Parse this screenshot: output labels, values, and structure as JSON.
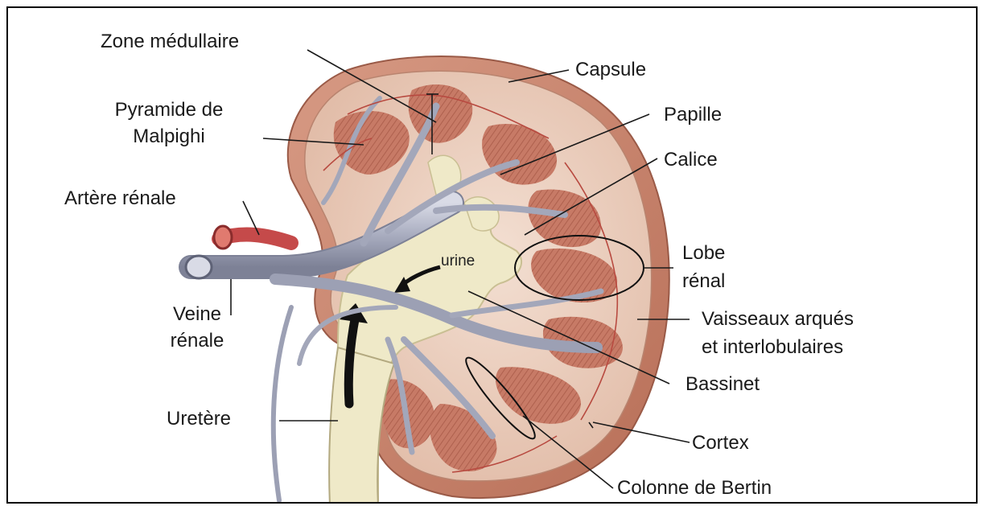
{
  "labels": {
    "zone_medullaire": "Zone médullaire",
    "pyramide_line1": "Pyramide de",
    "pyramide_line2": "Malpighi",
    "artere_renale": "Artère rénale",
    "veine_line1": "Veine",
    "veine_line2": "rénale",
    "uretere": "Uretère",
    "capsule": "Capsule",
    "papille": "Papille",
    "calice": "Calice",
    "lobe_line1": "Lobe",
    "lobe_line2": "rénal",
    "vaisseaux_line1": "Vaisseaux arqués",
    "vaisseaux_line2": "et interlobulaires",
    "bassinet": "Bassinet",
    "cortex": "Cortex",
    "colonne": "Colonne de Bertin",
    "urine": "urine"
  },
  "colors": {
    "capsule": "#c98a74",
    "cortex": "#ecd2c2",
    "pyramid": "#c97a68",
    "pelvis": "#efe9c8",
    "vein": "#b9bccc",
    "artery": "#c54a4a",
    "leader_line": "#1a1a1a"
  }
}
